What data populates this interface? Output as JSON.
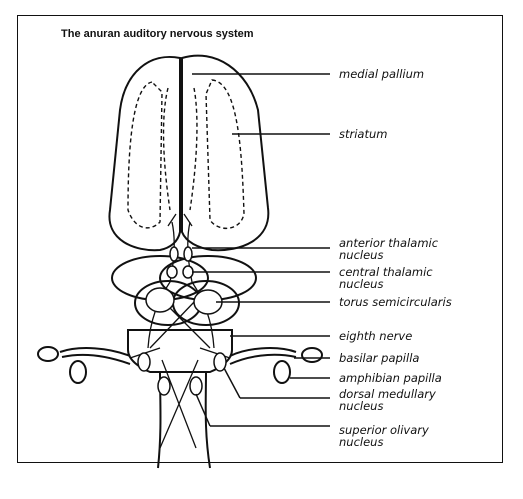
{
  "figure": {
    "title": "The anuran auditory nervous system",
    "labels": {
      "medial_pallium": "medial pallium",
      "striatum": "striatum",
      "anterior_thalamic_nucleus": "anterior thalamic nucleus",
      "central_thalamic_nucleus": "central thalamic nucleus",
      "torus_semicircularis": "torus semicircularis",
      "eighth_nerve": "eighth nerve",
      "basilar_papilla": "basilar papilla",
      "amphibian_papilla": "amphibian papilla",
      "dorsal_medullary_nucleus": "dorsal medullary nucleus",
      "superior_olivary_nucleus": "superior olivary nucleus"
    }
  }
}
